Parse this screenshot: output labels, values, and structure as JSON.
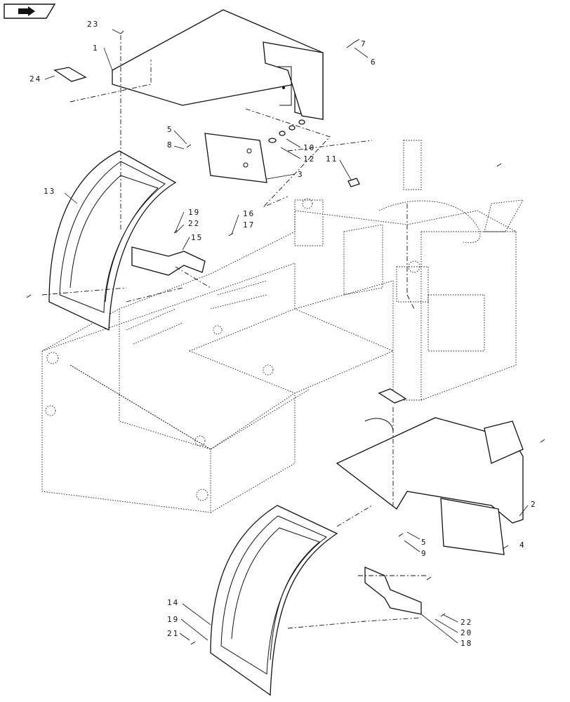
{
  "callouts": {
    "c1": "1",
    "c2": "2",
    "c3": "3",
    "c4": "4",
    "c5a": "5",
    "c5b": "5",
    "c6": "6",
    "c7": "7",
    "c8": "8",
    "c9": "9",
    "c10": "10",
    "c11": "11",
    "c12": "12",
    "c13": "13",
    "c14": "14",
    "c15": "15",
    "c16": "16",
    "c17": "17",
    "c18": "18",
    "c19a": "19",
    "c19b": "19",
    "c20": "20",
    "c21": "21",
    "c22a": "22",
    "c22b": "22",
    "c23": "23",
    "c24": "24"
  },
  "icons": {
    "corner_badge": "next-page-arrow-icon"
  }
}
